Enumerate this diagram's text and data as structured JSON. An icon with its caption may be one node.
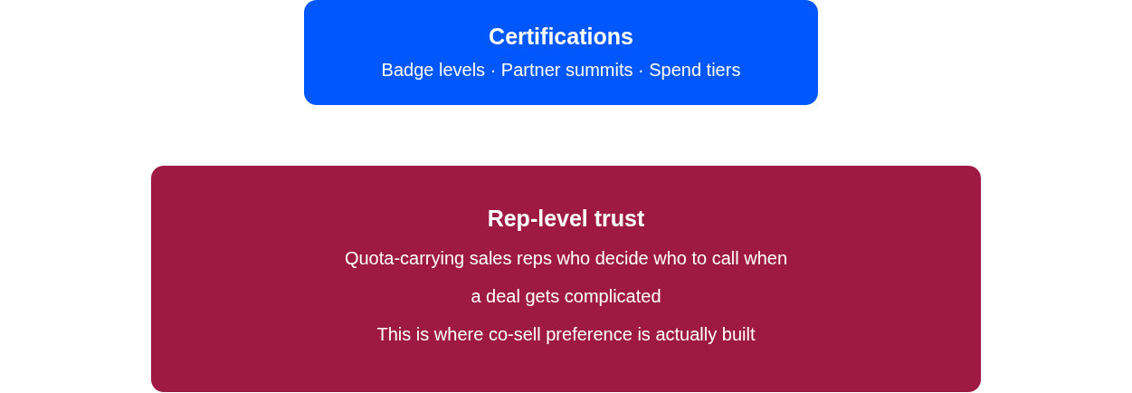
{
  "diagram": {
    "nodes": [
      {
        "text": [
          "Certifications",
          "Badge levels · Partner summits · Spend tiers"
        ]
      },
      {
        "text": [
          "Rep-level trust",
          "Quota-carrying sales reps who decide who to call when a deal gets complicated",
          "This is where co-sell preference is actually built"
        ]
      }
    ]
  }
}
